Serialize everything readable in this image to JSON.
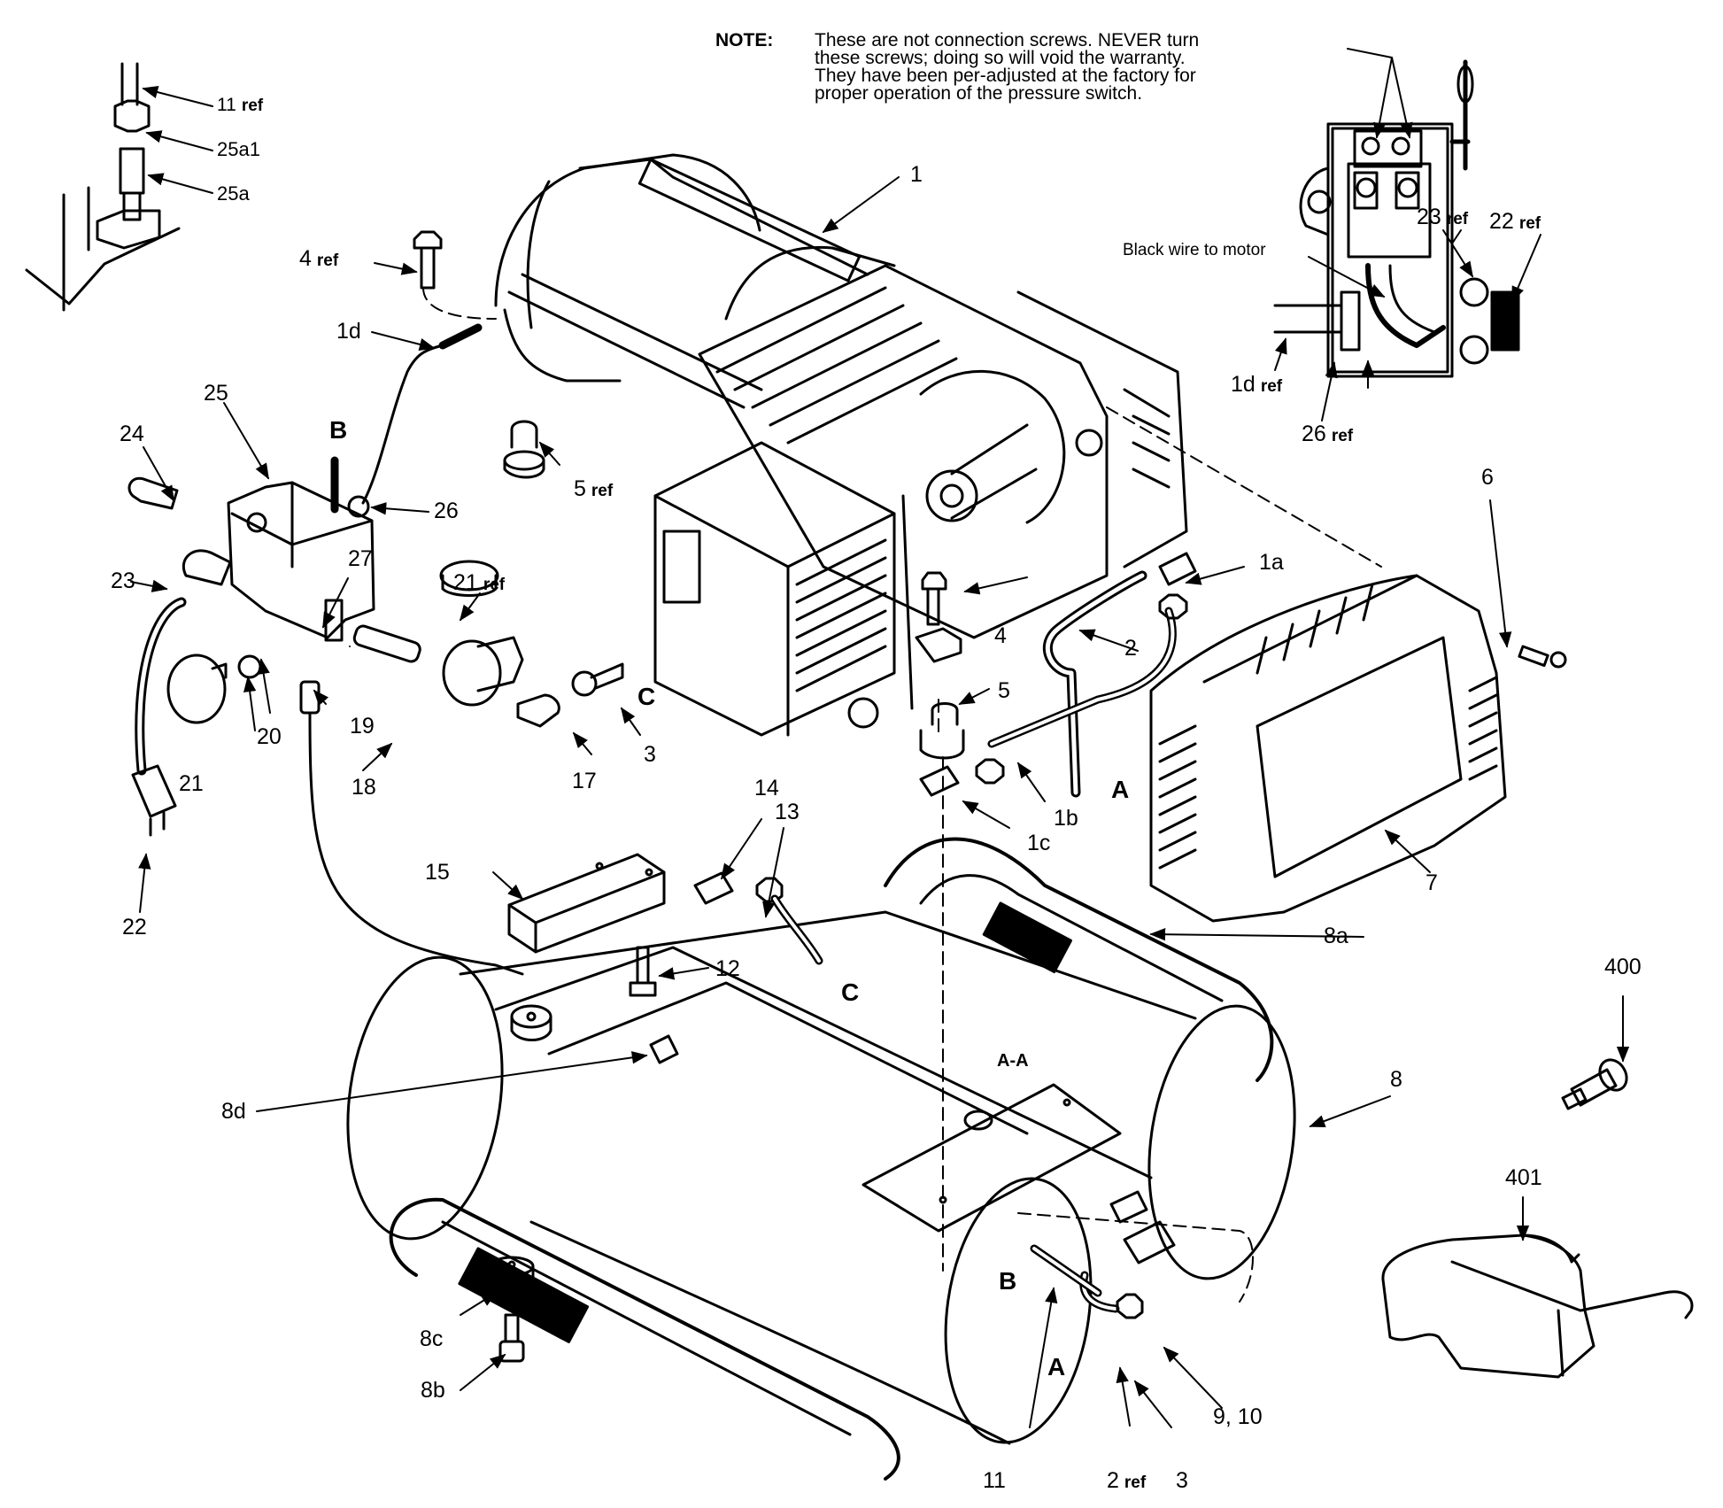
{
  "diagram": {
    "title": "Air compressor exploded parts view",
    "ink_color": "#000000",
    "background_color": "#ffffff",
    "note": {
      "label": "NOTE:",
      "lines": [
        "These are not connection screws.  NEVER turn",
        "these screws; doing so will void the warranty.",
        "They have been per-adjusted at the factory for",
        "proper operation  of the pressure switch."
      ]
    },
    "inset_pressure_switch": {
      "annotation": "Black wire to motor",
      "labels": [
        {
          "num": "23",
          "suffix": "ref"
        },
        {
          "num": "22",
          "suffix": "ref"
        },
        {
          "num": "1d",
          "suffix": "ref"
        },
        {
          "num": "26",
          "suffix": "ref"
        }
      ]
    },
    "inset_fitting": {
      "labels": [
        {
          "num": "11",
          "suffix": "ref"
        },
        {
          "num": "25a1",
          "suffix": ""
        },
        {
          "num": "25a",
          "suffix": ""
        }
      ]
    },
    "connection_markers": [
      "A",
      "B",
      "C",
      "A-A"
    ],
    "part_labels": [
      {
        "num": "1",
        "suffix": ""
      },
      {
        "num": "1a",
        "suffix": ""
      },
      {
        "num": "1b",
        "suffix": ""
      },
      {
        "num": "1c",
        "suffix": ""
      },
      {
        "num": "1d",
        "suffix": ""
      },
      {
        "num": "2",
        "suffix": ""
      },
      {
        "num": "2",
        "suffix": "ref"
      },
      {
        "num": "3",
        "suffix": ""
      },
      {
        "num": "3",
        "suffix": ""
      },
      {
        "num": "4",
        "suffix": ""
      },
      {
        "num": "4",
        "suffix": "ref"
      },
      {
        "num": "5",
        "suffix": ""
      },
      {
        "num": "5",
        "suffix": "ref"
      },
      {
        "num": "6",
        "suffix": ""
      },
      {
        "num": "7",
        "suffix": ""
      },
      {
        "num": "8",
        "suffix": ""
      },
      {
        "num": "8a",
        "suffix": ""
      },
      {
        "num": "8b",
        "suffix": ""
      },
      {
        "num": "8c",
        "suffix": ""
      },
      {
        "num": "8d",
        "suffix": ""
      },
      {
        "num": "9, 10",
        "suffix": ""
      },
      {
        "num": "11",
        "suffix": ""
      },
      {
        "num": "12",
        "suffix": ""
      },
      {
        "num": "13",
        "suffix": ""
      },
      {
        "num": "14",
        "suffix": ""
      },
      {
        "num": "15",
        "suffix": ""
      },
      {
        "num": "17",
        "suffix": ""
      },
      {
        "num": "18",
        "suffix": ""
      },
      {
        "num": "19",
        "suffix": ""
      },
      {
        "num": "20",
        "suffix": ""
      },
      {
        "num": "21",
        "suffix": ""
      },
      {
        "num": "21",
        "suffix": "ref"
      },
      {
        "num": "22",
        "suffix": ""
      },
      {
        "num": "23",
        "suffix": ""
      },
      {
        "num": "24",
        "suffix": ""
      },
      {
        "num": "25",
        "suffix": ""
      },
      {
        "num": "26",
        "suffix": ""
      },
      {
        "num": "27",
        "suffix": ""
      },
      {
        "num": "400",
        "suffix": ""
      },
      {
        "num": "401",
        "suffix": ""
      }
    ]
  }
}
